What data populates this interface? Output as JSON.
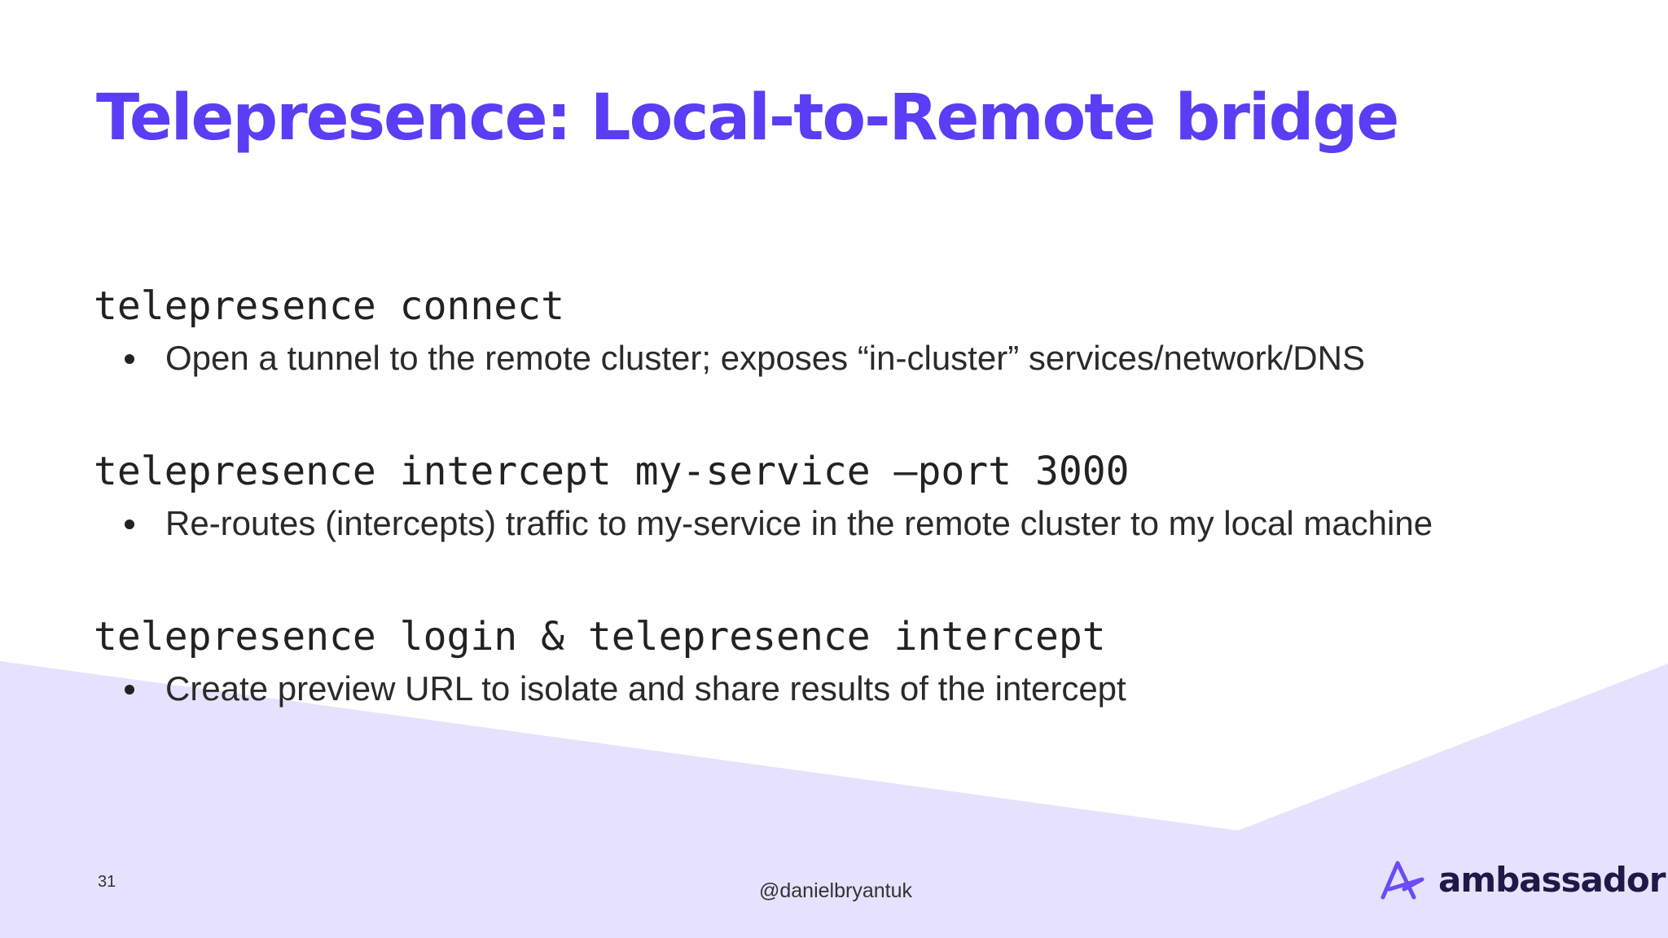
{
  "slide": {
    "title": "Telepresence: Local-to-Remote bridge",
    "items": [
      {
        "command": "telepresence connect",
        "bullet": "Open a tunnel to the remote cluster; exposes “in-cluster” services/network/DNS"
      },
      {
        "command": "telepresence intercept my-service —port 3000",
        "bullet": "Re-routes (intercepts) traffic to my-service in the remote cluster to my local machine"
      },
      {
        "command": "telepresence login & telepresence intercept",
        "bullet": "Create preview URL to isolate and share results of the intercept"
      }
    ],
    "page_number": "31",
    "handle": "@danielbryantuk",
    "logo_text": "ambassador"
  },
  "colors": {
    "accent": "#5b3df5",
    "background_shape": "#e6e2fd",
    "logo_text": "#1e1a47"
  }
}
